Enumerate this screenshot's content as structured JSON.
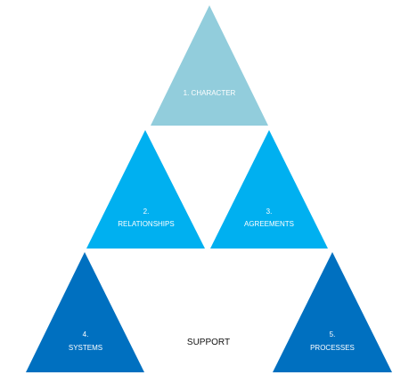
{
  "colors": {
    "character": "#92cddc",
    "relationships": "#00b0f0",
    "agreements": "#00b0f0",
    "systems": "#0070c0",
    "processes": "#0070c0",
    "label_text": "#ffffff",
    "center_text": "#111111"
  },
  "triangles": {
    "character": {
      "line1": "1.  CHARACTER"
    },
    "relationships": {
      "line1": "2.",
      "line2": "RELATIONSHIPS"
    },
    "agreements": {
      "line1": "3.",
      "line2": "AGREEMENTS"
    },
    "systems": {
      "line1": "4.",
      "line2": "SYSTEMS"
    },
    "processes": {
      "line1": "5.",
      "line2": "PROCESSES"
    }
  },
  "center_label": "SUPPORT"
}
